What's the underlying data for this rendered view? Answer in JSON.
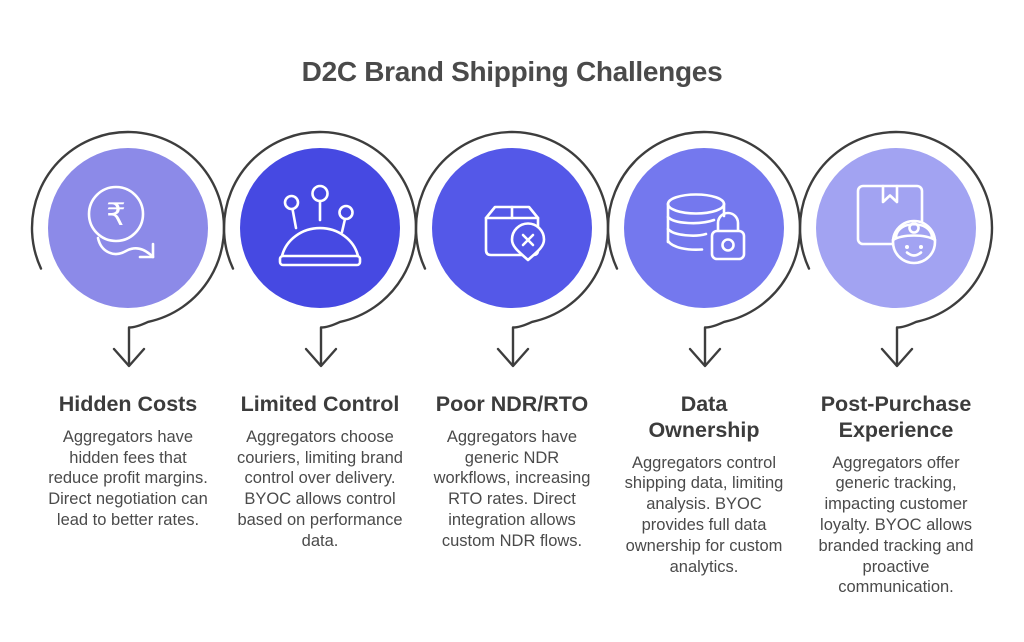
{
  "title": "D2C Brand Shipping Challenges",
  "style": {
    "background": "#ffffff",
    "loop_stroke": "#3d3d3d",
    "title_color": "#4a4a4a",
    "heading_color": "#3c3c3c",
    "body_color": "#4a4a4a",
    "icon_stroke": "#ffffff"
  },
  "items": [
    {
      "heading": "Hidden Costs",
      "description": "Aggregators have hidden fees that reduce profit margins. Direct negotiation can lead to better rates.",
      "icon": "rupee-decline-icon",
      "fill": "#8c8ae8",
      "currency_symbol": "₹"
    },
    {
      "heading": "Limited Control",
      "description": "Aggregators choose couriers, limiting brand control over delivery. BYOC allows control based on performance data.",
      "icon": "pincushion-pins-icon",
      "fill": "#4649e2"
    },
    {
      "heading": "Poor NDR/RTO",
      "description": "Aggregators have generic NDR workflows, increasing RTO rates. Direct integration allows custom NDR flows.",
      "icon": "package-failed-delivery-icon",
      "fill": "#5458e8"
    },
    {
      "heading": "Data\nOwnership",
      "description": "Aggregators control shipping data, limiting analysis. BYOC provides full data ownership for custom analytics.",
      "icon": "database-lock-icon",
      "fill": "#7478ee"
    },
    {
      "heading": "Post-Purchase\nExperience",
      "description": "Aggregators offer generic tracking, impacting customer loyalty. BYOC allows branded tracking and proactive communication.",
      "icon": "package-courier-icon",
      "fill": "#a2a3f2"
    }
  ]
}
